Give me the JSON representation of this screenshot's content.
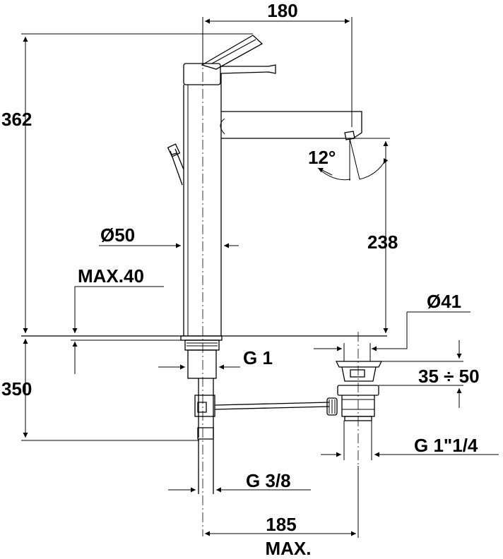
{
  "drawing": {
    "labels": {
      "width_top": "180",
      "height_total": "362",
      "height_below": "350",
      "spout_angle": "12°",
      "spout_height": "238",
      "body_diameter": "Ø50",
      "max_deck": "MAX.40",
      "drain_diameter": "Ø41",
      "thread_main": "G 1",
      "drain_adjust": "35 ÷ 50",
      "thread_drain": "G 1\"1/4",
      "thread_supply": "G 3/8",
      "distance_bottom": "185",
      "distance_bottom_note": "MAX."
    }
  }
}
